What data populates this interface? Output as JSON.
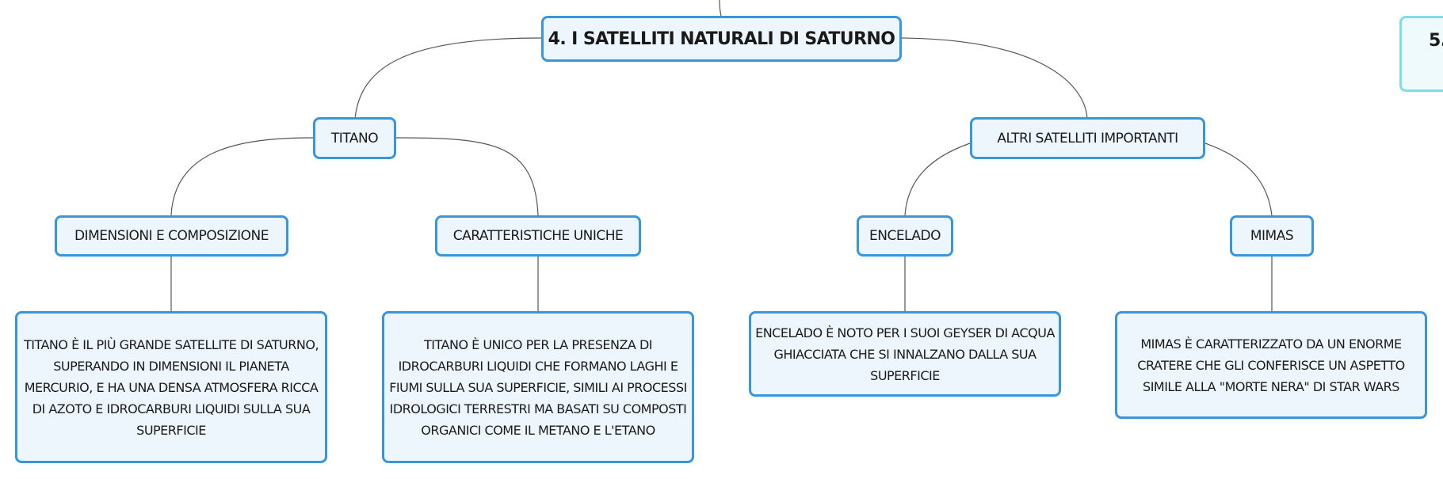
{
  "mindmap": {
    "root": {
      "label": "4. I SATELLITI NATURALI DI SATURNO"
    },
    "next_topic": {
      "label": "5."
    },
    "branches": [
      {
        "label": "TITANO",
        "children": [
          {
            "label": "DIMENSIONI E COMPOSIZIONE",
            "detail": "TITANO È IL PIÙ GRANDE SATELLITE DI SATURNO, SUPERANDO IN DIMENSIONI IL PIANETA MERCURIO, E HA UNA DENSA ATMOSFERA RICCA DI AZOTO E IDROCARBURI LIQUIDI SULLA SUA SUPERFICIE"
          },
          {
            "label": "CARATTERISTICHE UNICHE",
            "detail": "TITANO È UNICO PER LA PRESENZA DI IDROCARBURI LIQUIDI CHE FORMANO LAGHI E FIUMI SULLA SUA SUPERFICIE, SIMILI AI PROCESSI IDROLOGICI TERRESTRI MA BASATI SU COMPOSTI ORGANICI COME IL METANO E L'ETANO"
          }
        ]
      },
      {
        "label": "ALTRI SATELLITI IMPORTANTI",
        "children": [
          {
            "label": "ENCELADO",
            "detail": "ENCELADO È NOTO PER I SUOI GEYSER DI ACQUA GHIACCIATA CHE SI INNALZANO DALLA SUA SUPERFICIE"
          },
          {
            "label": "MIMAS",
            "detail": "MIMAS È CARATTERIZZATO DA UN ENORME CRATERE CHE GLI CONFERISCE UN ASPETTO SIMILE ALLA \"MORTE NERA\" DI STAR WARS"
          }
        ]
      }
    ],
    "colors": {
      "node_border": "#3a96dc",
      "node_fill": "#eef6fd",
      "offscreen_border": "#7fdde6",
      "connector": "#555555"
    }
  }
}
